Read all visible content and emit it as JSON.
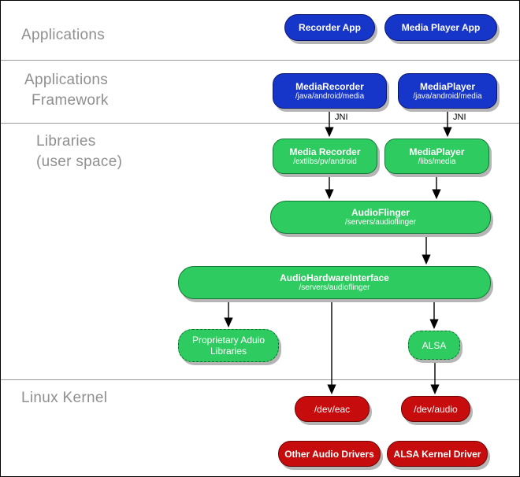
{
  "section_labels": {
    "applications": "Applications",
    "framework_line1": "Applications",
    "framework_line2": "Framework",
    "libraries_line1": "Libraries",
    "libraries_line2": "(user space)",
    "kernel": "Linux Kernel"
  },
  "jni": {
    "left": "JNI",
    "right": "JNI"
  },
  "nodes": {
    "recorder_app": {
      "title": "Recorder App"
    },
    "media_player_app": {
      "title": "Media Player App"
    },
    "media_recorder_fw": {
      "title": "MediaRecorder",
      "subtitle": "/java/android/media"
    },
    "media_player_fw": {
      "title": "MediaPlayer",
      "subtitle": "/java/android/media"
    },
    "media_recorder_lib": {
      "title": "Media Recorder",
      "subtitle": "/extlibs/pv/android"
    },
    "media_player_lib": {
      "title": "MediaPlayer",
      "subtitle": "/libs/media"
    },
    "audio_flinger": {
      "title": "AudioFlinger",
      "subtitle": "/servers/audioflinger"
    },
    "audio_hw_interface": {
      "title": "AudioHardwareInterface",
      "subtitle": "/servers/audioflinger"
    },
    "proprietary_libs": {
      "title_line1": "Proprietary Aduio",
      "title_line2": "Libraries"
    },
    "alsa": {
      "title": "ALSA"
    },
    "dev_eac": {
      "title": "/dev/eac"
    },
    "dev_audio": {
      "title": "/dev/audio"
    },
    "other_audio_drivers": {
      "title": "Other Audio Drivers"
    },
    "alsa_kernel_driver": {
      "title": "ALSA Kernel Driver"
    }
  },
  "colors": {
    "blue": "#1635c9",
    "green": "#2ecc60",
    "red": "#c60c0c",
    "shadow": "#b5b5b5",
    "separator": "#9a9a9a",
    "section_text": "#8f8f8f"
  }
}
